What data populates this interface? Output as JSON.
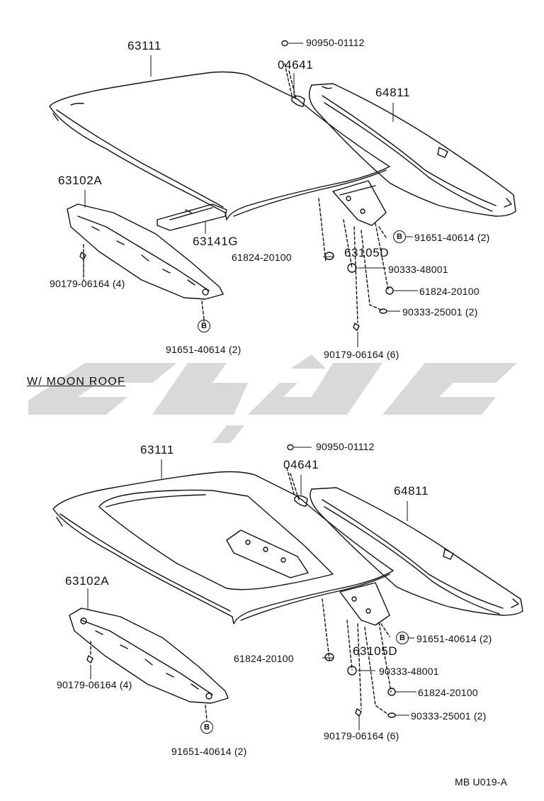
{
  "top": {
    "p63111": "63111",
    "p90950": "90950-01112",
    "p04641": "04641",
    "p64811": "64811",
    "p63102A": "63102A",
    "p63141G": "63141G",
    "p91651_r": "91651-40614 (2)",
    "p61824_a": "61824-20100",
    "p63105D": "63105D",
    "p90333_48": "90333-48001",
    "p90179_l": "90179-06164 (4)",
    "p61824_b": "61824-20100",
    "p90333_25": "90333-25001 (2)",
    "circle_b": "B",
    "p91651_l": "91651-40614 (2)",
    "p90179_r": "90179-06164 (6)"
  },
  "section_title": "W/ MOON  ROOF",
  "bottom": {
    "p63111": "63111",
    "p90950": "90950-01112",
    "p04641": "04641",
    "p64811": "64811",
    "p63102A": "63102A",
    "p91651_r": "91651-40614 (2)",
    "p61824_a": "61824-20100",
    "p63105D": "63105D",
    "p90179_l": "90179-06164 (4)",
    "p90333_48": "90333-48001",
    "p61824_b": "61824-20100",
    "p90333_25": "90333-25001 (2)",
    "circle_b": "B",
    "p91651_l": "91651-40614 (2)",
    "p90179_r": "90179-06164 (6)"
  },
  "footer_code": "MB  U019-A"
}
